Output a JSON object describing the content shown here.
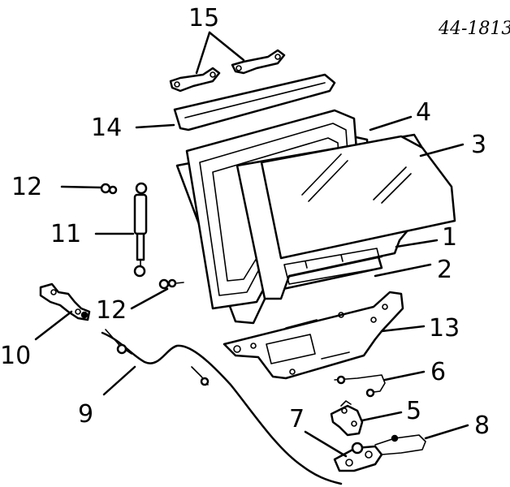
{
  "diagram": {
    "code": "44-1813",
    "labels": {
      "l1": "1",
      "l2": "2",
      "l3": "3",
      "l4": "4",
      "l5": "5",
      "l6": "6",
      "l7": "7",
      "l8": "8",
      "l9": "9",
      "l10": "10",
      "l11": "11",
      "l12a": "12",
      "l12b": "12",
      "l13": "13",
      "l14": "14",
      "l15": "15"
    }
  }
}
